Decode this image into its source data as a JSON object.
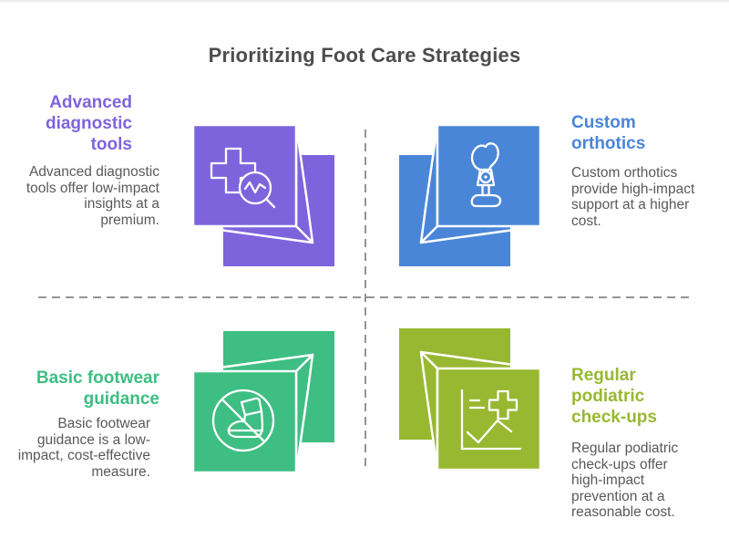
{
  "title": "Prioritizing Foot Care Strategies",
  "colors": {
    "purple": "#7E64DC",
    "blue": "#4A86D8",
    "green": "#3EBE83",
    "olive": "#98B832",
    "title_text": "#4D4D4D",
    "body_text": "#595959",
    "dashed_line": "#949494",
    "icon_stroke": "#FFFFFF"
  },
  "quadrants": [
    {
      "id": "advanced-diagnostic-tools",
      "heading": "Advanced diagnostic tools",
      "description": "Advanced diagnostic tools offer low-impact insights at a premium.",
      "color": "#7E64DC",
      "icon": "medical-cross-magnifier-icon"
    },
    {
      "id": "custom-orthotics",
      "heading": "Custom orthotics",
      "description": "Custom orthotics provide high-impact support at a higher cost.",
      "color": "#4A86D8",
      "icon": "prosthetic-leg-icon"
    },
    {
      "id": "basic-footwear-guidance",
      "heading": "Basic footwear guidance",
      "description": "Basic footwear guidance is a low-impact, cost-effective measure.",
      "color": "#3EBE83",
      "icon": "no-boot-icon"
    },
    {
      "id": "regular-podiatric-check-ups",
      "heading": "Regular podiatric check-ups",
      "description": "Regular podiatric check-ups offer high-impact prevention at a reasonable cost.",
      "color": "#98B832",
      "icon": "checkup-chart-icon"
    }
  ]
}
